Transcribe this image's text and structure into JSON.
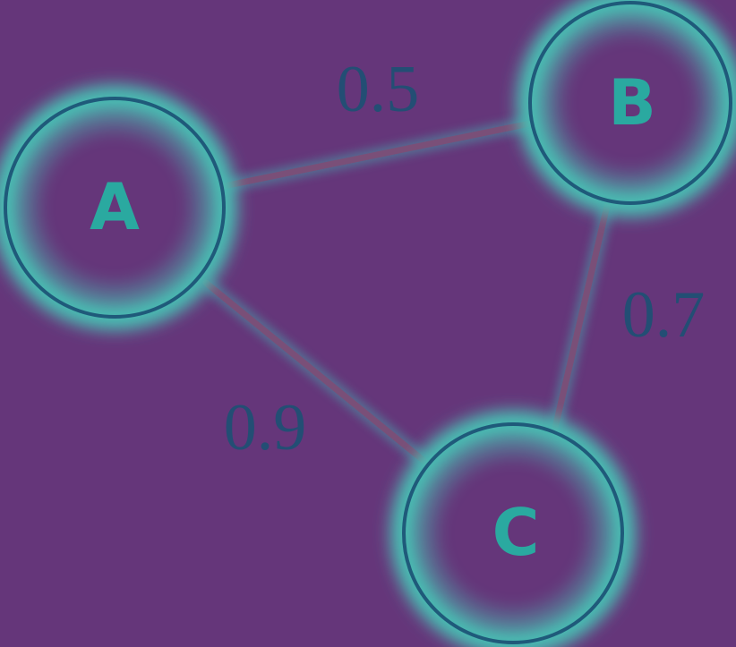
{
  "colors": {
    "background": "#65367a",
    "node_ring": "#1f5a7a",
    "node_glow": "#48c0b4",
    "node_label": "#2aa9a0",
    "edge": "#7a4f78",
    "edge_glow": "#4a9aa6",
    "weight_text": "#234e74"
  },
  "nodes": [
    {
      "id": "A",
      "label": "A"
    },
    {
      "id": "B",
      "label": "B"
    },
    {
      "id": "C",
      "label": "C"
    }
  ],
  "edges": [
    {
      "from": "A",
      "to": "B",
      "weight": "0.5"
    },
    {
      "from": "B",
      "to": "C",
      "weight": "0.7"
    },
    {
      "from": "A",
      "to": "C",
      "weight": "0.9"
    }
  ]
}
